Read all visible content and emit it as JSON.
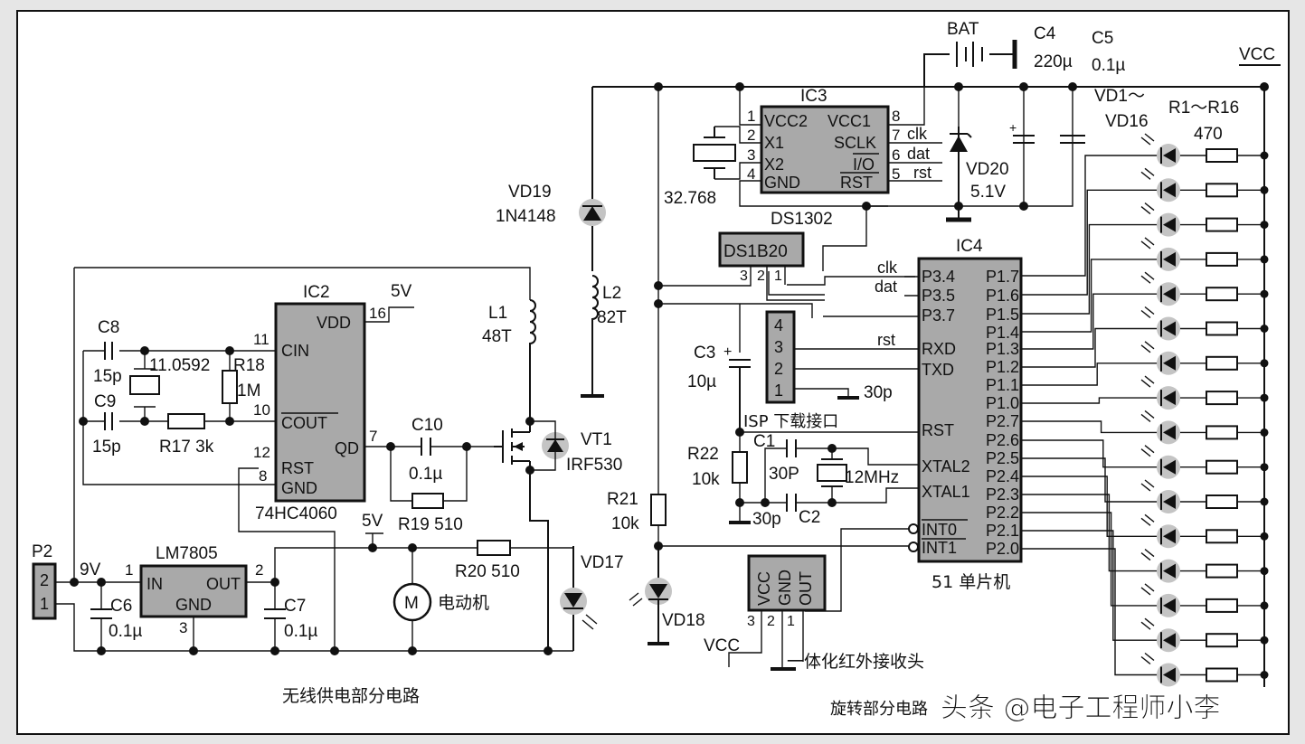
{
  "labels": {
    "bat": "BAT",
    "c4": "C4",
    "c4_val": "220µ",
    "c5": "C5",
    "c5_val": "0.1µ",
    "vcc_top": "VCC",
    "ic3": "IC3",
    "ic3_vcc2": "VCC2",
    "ic3_vcc1": "VCC1",
    "ic3_x1": "X1",
    "ic3_sclk": "SCLK",
    "ic3_x2": "X2",
    "ic3_io": "I/O",
    "ic3_gnd": "GND",
    "ic3_rst": "RST",
    "ic3_p1": "1",
    "ic3_p2": "2",
    "ic3_p3": "3",
    "ic3_p4": "4",
    "ic3_p8": "8",
    "ic3_p7": "7",
    "ic3_p6": "6",
    "ic3_p5": "5",
    "ic3_clk": "clk",
    "ic3_dat": "dat",
    "ic3_rst_sig": "rst",
    "crystal_32": "32.768",
    "ds1302": "DS1302",
    "vd20": "VD20",
    "vd20_val": "5.1V",
    "vd_range": "VD1～",
    "vd_range2": "VD16",
    "r_range": "R1～R16",
    "r_val": "470",
    "vd19": "VD19",
    "vd19_val": "1N4148",
    "l2": "L2",
    "l2_val": "82T",
    "ds1b20": "DS1B20",
    "ds_p3": "3",
    "ds_p2": "2",
    "ds_p1": "1",
    "ic4": "IC4",
    "ic4_clk": "clk",
    "ic4_dat": "dat",
    "p34": "P3.4",
    "p35": "P3.5",
    "p37": "P3.7",
    "rxd": "RXD",
    "txd": "TXD",
    "rst": "RST",
    "xtal2": "XTAL2",
    "xtal1": "XTAL1",
    "int0": "INT0",
    "int1": "INT1",
    "p17": "P1.7",
    "p16": "P1.6",
    "p15": "P1.5",
    "p14": "P1.4",
    "p13": "P1.3",
    "p12": "P1.2",
    "p11": "P1.1",
    "p10": "P1.0",
    "p27": "P2.7",
    "p26": "P2.6",
    "p25": "P2.5",
    "p24": "P2.4",
    "p23": "P2.3",
    "p22": "P2.2",
    "p21": "P2.1",
    "p20": "P2.0",
    "mcu": "51 单片机",
    "isp_4": "4",
    "isp_3": "3",
    "isp_2": "2",
    "isp_1": "1",
    "isp_rst": "rst",
    "isp_30p": "30p",
    "isp": "ISP 下载接口",
    "c3": "C3",
    "c3_plus": "+",
    "c3_val": "10µ",
    "c1": "C1",
    "c1_val": "30P",
    "c2": "C2",
    "c2_val": "30p",
    "xtal_12": "12MHz",
    "r22": "R22",
    "r22_val": "10k",
    "r21": "R21",
    "r21_val": "10k",
    "vd18": "VD18",
    "ir_vcc": "VCC",
    "ir_gnd": "GND",
    "ir_out": "OUT",
    "ir_p3": "3",
    "ir_p2": "2",
    "ir_p1": "1",
    "ir_vcc_lbl": "VCC",
    "ir_head": "一体化红外接收头",
    "rotating": "旋转部分电路",
    "ic2": "IC2",
    "ic2_5v": "5V",
    "ic2_vdd": "VDD",
    "ic2_16": "16",
    "ic2_cin": "CIN",
    "ic2_11": "11",
    "ic2_cout": "COUT",
    "ic2_10": "10",
    "ic2_qd": "QD",
    "ic2_7": "7",
    "ic2_rst": "RST",
    "ic2_12": "12",
    "ic2_gnd": "GND",
    "ic2_8": "8",
    "ic2_name": "74HC4060",
    "c8": "C8",
    "c8_val": "15p",
    "c9": "C9",
    "c9_val": "15p",
    "xtal_11": "11.0592",
    "r18": "R18",
    "r18_val": "1M",
    "r17": "R17 3k",
    "c10": "C10",
    "c10_val": "0.1µ",
    "r19": "R19 510",
    "l1": "L1",
    "l1_val": "48T",
    "vt1": "VT1",
    "vt1_val": "IRF530",
    "vd17": "VD17",
    "p2": "P2",
    "p2_2": "2",
    "p2_1": "1",
    "v9": "9V",
    "lm7805": "LM7805",
    "lm_in": "IN",
    "lm_out": "OUT",
    "lm_gnd": "GND",
    "lm_1": "1",
    "lm_2": "2",
    "lm_3": "3",
    "c6": "C6",
    "c6_val": "0.1µ",
    "c7": "C7",
    "c7_val": "0.1µ",
    "v5": "5V",
    "r20": "R20 510",
    "motor": "M",
    "motor_lbl": "电动机",
    "wireless": "无线供电部分电路",
    "watermark": "头条 @电子工程师小李"
  }
}
